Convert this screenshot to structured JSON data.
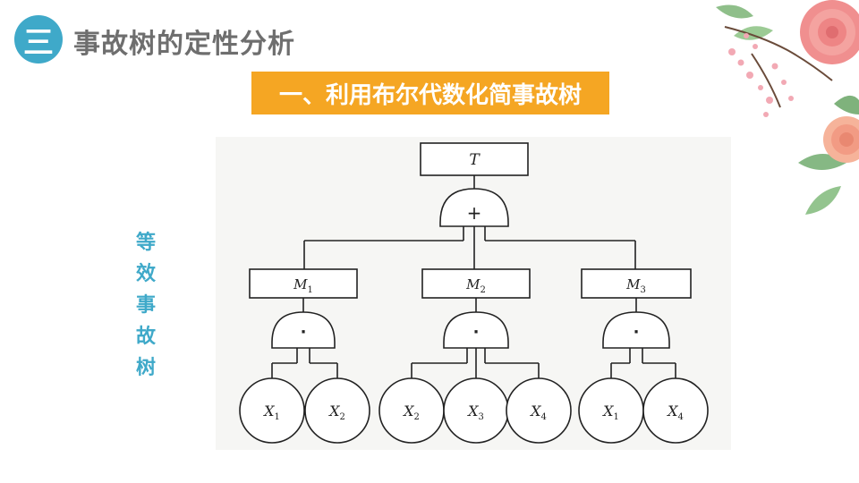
{
  "section": {
    "number": "三",
    "title": "事故树的定性分析"
  },
  "banner": {
    "text": "一、利用布尔代数化简事故树"
  },
  "side_label": {
    "chars": [
      "等",
      "效",
      "事",
      "故",
      "树"
    ]
  },
  "tree": {
    "top_event": "T",
    "top_gate": "+",
    "mid_gate": "·",
    "intermediate_events": [
      {
        "name": "M",
        "sub": "1",
        "inputs": [
          {
            "name": "X",
            "sub": "1"
          },
          {
            "name": "X",
            "sub": "2"
          }
        ]
      },
      {
        "name": "M",
        "sub": "2",
        "inputs": [
          {
            "name": "X",
            "sub": "2"
          },
          {
            "name": "X",
            "sub": "3"
          },
          {
            "name": "X",
            "sub": "4"
          }
        ]
      },
      {
        "name": "M",
        "sub": "3",
        "inputs": [
          {
            "name": "X",
            "sub": "1"
          },
          {
            "name": "X",
            "sub": "4"
          }
        ]
      }
    ]
  }
}
